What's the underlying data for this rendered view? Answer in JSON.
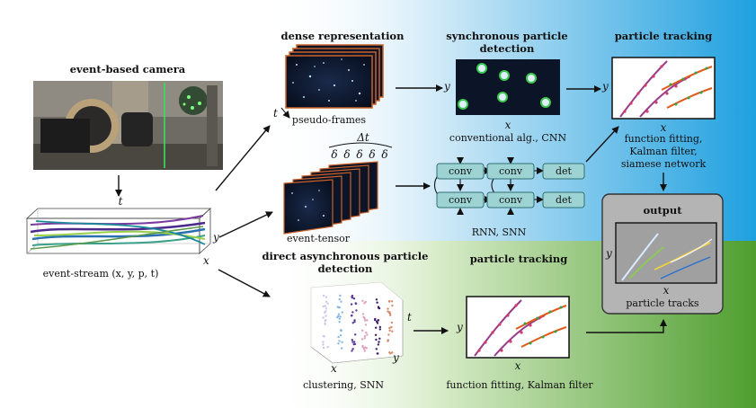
{
  "camera": {
    "title": "event-based camera"
  },
  "stream": {
    "caption": "event-stream (x, y, p, t)",
    "axis_t": "t",
    "axis_x": "x",
    "axis_y": "y"
  },
  "dense": {
    "title": "dense representation",
    "frames_caption": "pseudo-frames",
    "axis_t": "t"
  },
  "tensor": {
    "caption": "event-tensor",
    "delta_big": "Δt",
    "delta_small": "δ"
  },
  "sync": {
    "title_line1": "synchronous particle",
    "title_line2": "detection",
    "axis_x": "x",
    "axis_y": "y",
    "caption": "conventional alg., CNN"
  },
  "network": {
    "conv": "conv",
    "det": "det",
    "caption": "RNN, SNN"
  },
  "track_top": {
    "title": "particle tracking",
    "axis_x": "x",
    "axis_y": "y",
    "caption_line1": "function fitting,",
    "caption_line2": "Kalman filter,",
    "caption_line3": "siamese network"
  },
  "output": {
    "title": "output",
    "axis_x": "x",
    "axis_y": "y",
    "caption": "particle tracks"
  },
  "async": {
    "title_line1": "direct asynchronous particle",
    "title_line2": "detection",
    "axis_x": "x",
    "axis_y": "y",
    "axis_t": "t",
    "caption": "clustering, SNN"
  },
  "track_bottom": {
    "title": "particle tracking",
    "axis_x": "x",
    "axis_y": "y",
    "caption": "function fitting, Kalman filter"
  },
  "colors": {
    "blue": "#2aa6e2",
    "green": "#5aa83a",
    "node": "#9dd3d3",
    "node_border": "#2f6f73",
    "frame_border": "#c8622a"
  }
}
